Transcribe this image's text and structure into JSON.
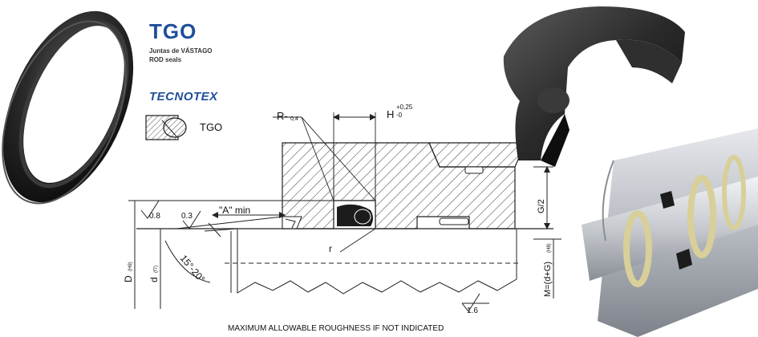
{
  "brand": {
    "product_code": "TGO",
    "subtitle_line1": "Juntas de VÁSTAGO",
    "subtitle_line2": "ROD seals",
    "manufacturer": "TECNOTEX",
    "profile_label": "TGO"
  },
  "drawing": {
    "radius_label": "R-",
    "radius_value": "0,4",
    "groove_width_label": "H",
    "groove_width_tol_upper": "+0,25",
    "groove_width_tol_lower": "-0",
    "fillet_label": "r",
    "chamfer_label": "\"A\" min",
    "chamfer_angle": "15°-20°",
    "roughness_top": "0.8",
    "roughness_chamfer": "0.3",
    "roughness_bottom": "1.6",
    "dim_D": "D",
    "dim_D_tol": "(H9)",
    "dim_d": "d",
    "dim_d_tol": "(f7)",
    "dim_G2": "G/2",
    "dim_M": "M=(d+G)",
    "dim_M_tol": "(H8)"
  },
  "caption": "MAXIMUM ALLOWABLE ROUGHNESS IF NOT INDICATED",
  "colors": {
    "brand_blue": "#1f4e99",
    "seal_black": "#1c1c1c",
    "guide_ring": "#d8cf9a",
    "metal": "#c9cdd3"
  }
}
